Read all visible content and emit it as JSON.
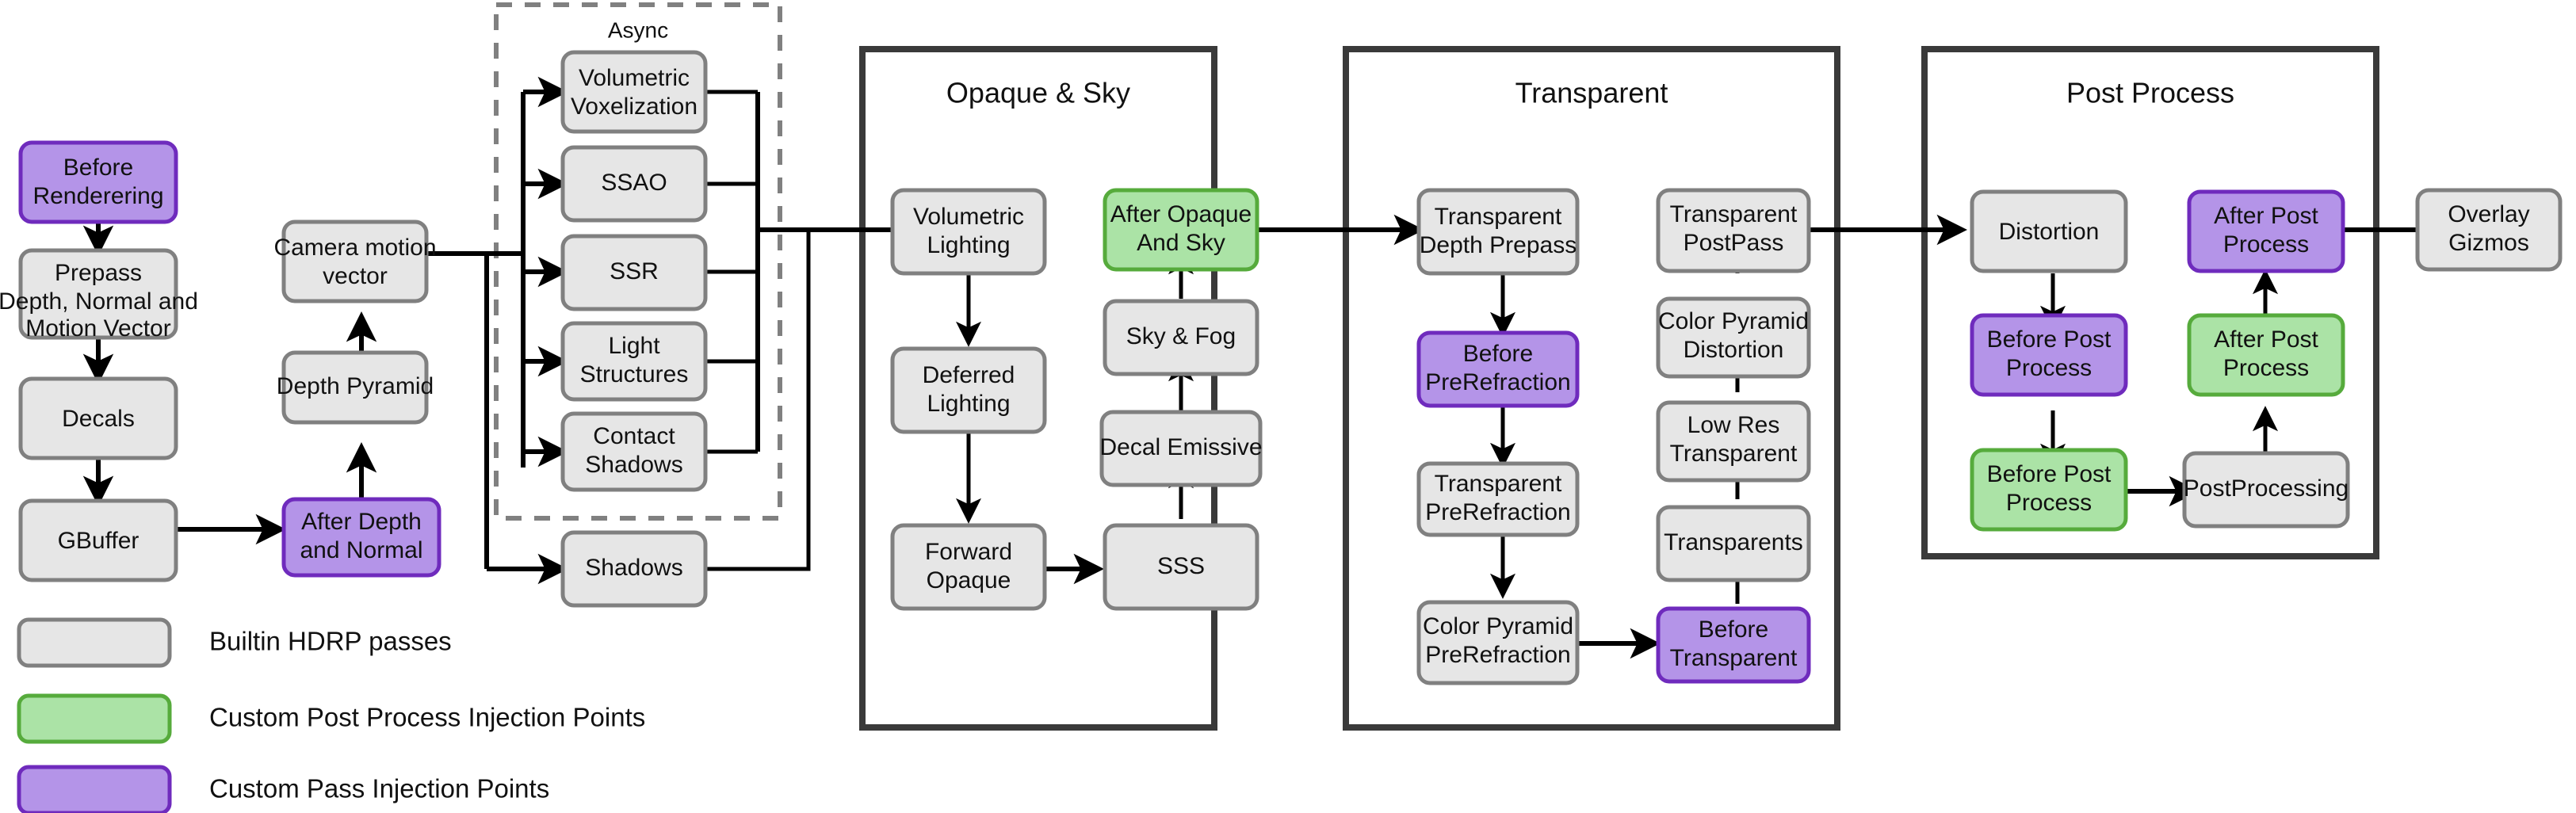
{
  "diagram": {
    "title": "HDRP Render Pipeline Custom Pass Injection Points",
    "colors": {
      "builtin_fill": "#e6e6e6",
      "builtin_stroke": "#808080",
      "green_fill": "#abe3a6",
      "green_stroke": "#56ab3c",
      "purple_fill": "#b494e8",
      "purple_stroke": "#6f2bbd",
      "edge": "#000000",
      "group_frame": "#3a3a3a",
      "async_frame": "#808080"
    }
  },
  "groups": {
    "async": {
      "label": "Async"
    },
    "opaque_sky": {
      "label": "Opaque & Sky"
    },
    "transparent": {
      "label": "Transparent"
    },
    "post_process": {
      "label": "Post Process"
    }
  },
  "nodes": {
    "before_rendering": {
      "label": "Before\nRenderering",
      "kind": "purple"
    },
    "prepass": {
      "label": "Prepass\nDepth, Normal and\nMotion Vector",
      "kind": "builtin"
    },
    "decals": {
      "label": "Decals",
      "kind": "builtin"
    },
    "gbuffer": {
      "label": "GBuffer",
      "kind": "builtin"
    },
    "camera_motion_vector": {
      "label": "Camera motion\nvector",
      "kind": "builtin"
    },
    "depth_pyramid": {
      "label": "Depth Pyramid",
      "kind": "builtin"
    },
    "after_depth_and_normal": {
      "label": "After Depth\nand Normal",
      "kind": "purple"
    },
    "volumetric_voxelization": {
      "label": "Volumetric\nVoxelization",
      "kind": "builtin"
    },
    "ssao": {
      "label": "SSAO",
      "kind": "builtin"
    },
    "ssr": {
      "label": "SSR",
      "kind": "builtin"
    },
    "light_structures": {
      "label": "Light\nStructures",
      "kind": "builtin"
    },
    "contact_shadows": {
      "label": "Contact\nShadows",
      "kind": "builtin"
    },
    "shadows": {
      "label": "Shadows",
      "kind": "builtin"
    },
    "volumetric_lighting": {
      "label": "Volumetric\nLighting",
      "kind": "builtin"
    },
    "deferred_lighting": {
      "label": "Deferred\nLighting",
      "kind": "builtin"
    },
    "forward_opaque": {
      "label": "Forward\nOpaque",
      "kind": "builtin"
    },
    "after_opaque_and_sky": {
      "label": "After Opaque\nAnd Sky",
      "kind": "green"
    },
    "sky_and_fog": {
      "label": "Sky & Fog",
      "kind": "builtin"
    },
    "decal_emissive": {
      "label": "Decal Emissive",
      "kind": "builtin"
    },
    "sss": {
      "label": "SSS",
      "kind": "builtin"
    },
    "transparent_depth_prepass": {
      "label": "Transparent\nDepth Prepass",
      "kind": "builtin"
    },
    "before_prerefraction": {
      "label": "Before\nPreRefraction",
      "kind": "purple"
    },
    "transparent_prerefraction": {
      "label": "Transparent\nPreRefraction",
      "kind": "builtin"
    },
    "color_pyramid_prerefraction": {
      "label": "Color Pyramid\nPreRefraction",
      "kind": "builtin"
    },
    "transparent_postpass": {
      "label": "Transparent\nPostPass",
      "kind": "builtin"
    },
    "color_pyramid_distortion": {
      "label": "Color Pyramid\nDistortion",
      "kind": "builtin"
    },
    "low_res_transparent": {
      "label": "Low Res\nTransparent",
      "kind": "builtin"
    },
    "transparents": {
      "label": "Transparents",
      "kind": "builtin"
    },
    "before_transparent": {
      "label": "Before\nTransparent",
      "kind": "purple"
    },
    "distortion": {
      "label": "Distortion",
      "kind": "builtin"
    },
    "before_post_process_purple": {
      "label": "Before Post\nProcess",
      "kind": "purple"
    },
    "before_post_process_green": {
      "label": "Before Post\nProcess",
      "kind": "green"
    },
    "after_post_process_purple": {
      "label": "After Post\nProcess",
      "kind": "purple"
    },
    "after_post_process_green": {
      "label": "After Post\nProcess",
      "kind": "green"
    },
    "postprocessing": {
      "label": "PostProcessing",
      "kind": "builtin"
    },
    "overlay_gizmos": {
      "label": "Overlay\nGizmos",
      "kind": "builtin"
    }
  },
  "legend": {
    "items": [
      {
        "swatch": "builtin",
        "label": "Builtin HDRP passes"
      },
      {
        "swatch": "green",
        "label": "Custom Post Process Injection Points"
      },
      {
        "swatch": "purple",
        "label": "Custom Pass Injection Points"
      }
    ]
  }
}
